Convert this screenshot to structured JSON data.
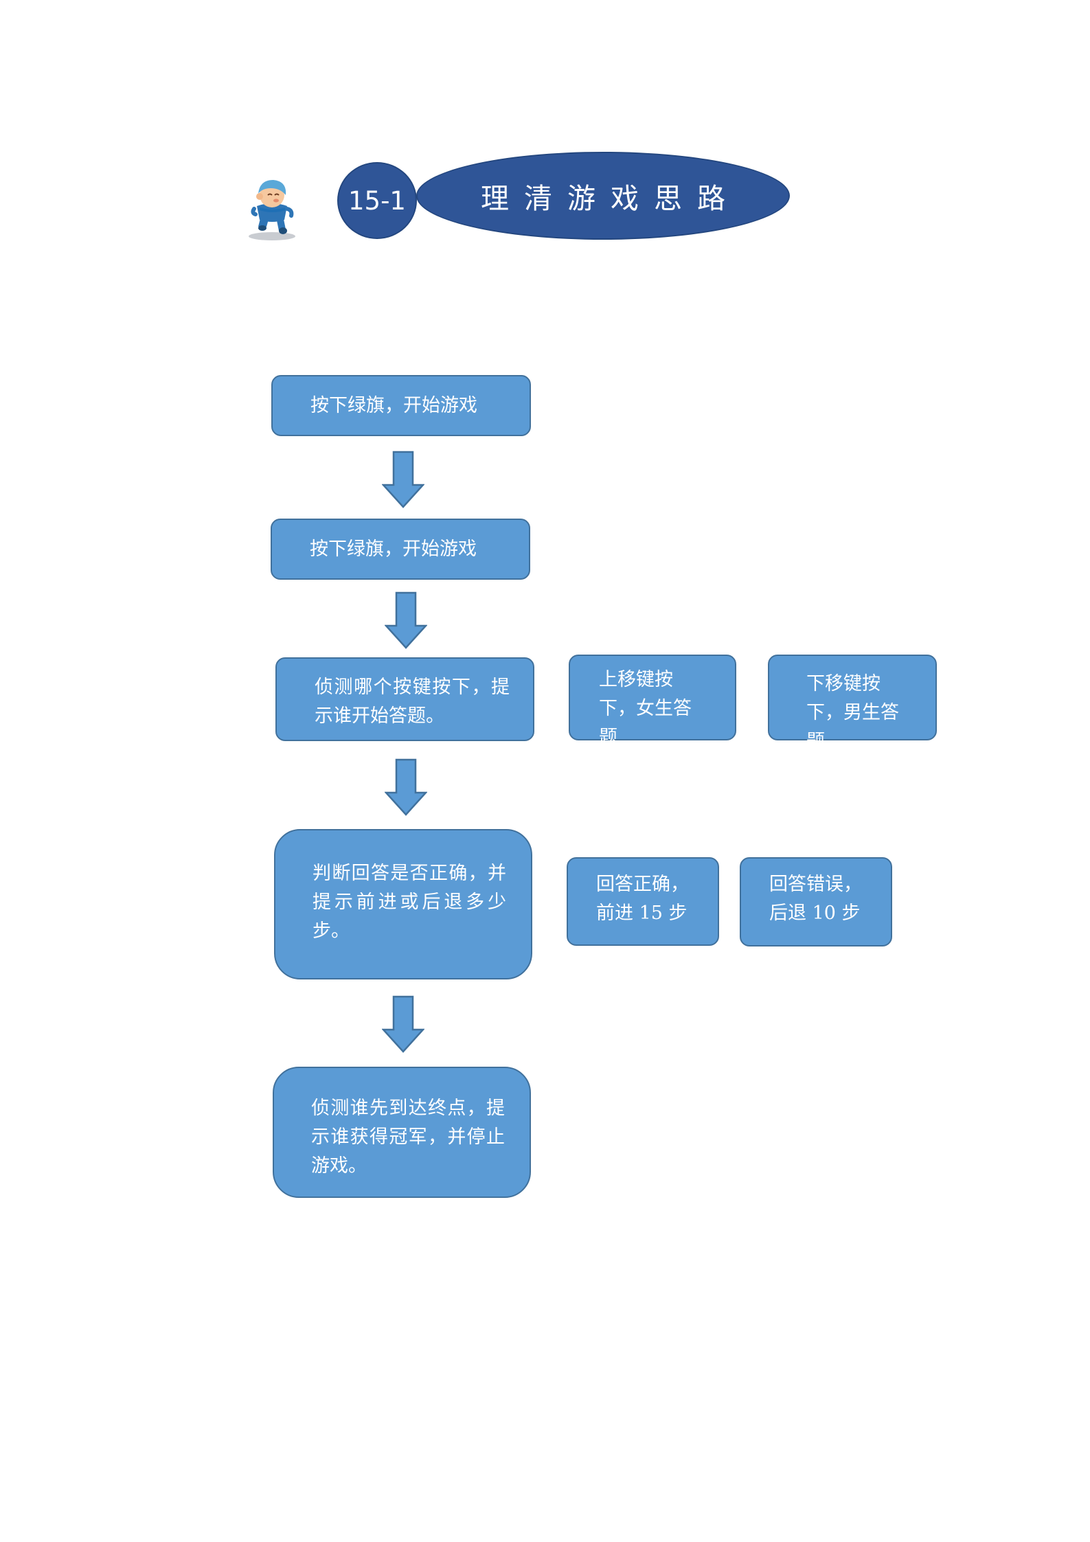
{
  "header": {
    "lesson_number": "15-1",
    "title": "理清游戏思路",
    "mascot_icon": "cartoon-boy-mascot-icon"
  },
  "flow": {
    "step1": "按下绿旗，开始游戏",
    "step2": "按下绿旗，开始游戏",
    "step3": "侦测哪个按键按下，提示谁开始答题。",
    "step3_option_up": "上移键按下，女生答题",
    "step3_option_down": "下移键按下，男生答题",
    "step4": "判断回答是否正确，并提示前进或后退多少步。",
    "step4_correct_line1": "回答正确，",
    "step4_correct_line2": "前进 15 步",
    "step4_wrong_line1": "回答错误，",
    "step4_wrong_line2": "后退 10 步",
    "step5": "侦测谁先到达终点，提示谁获得冠军，并停止游戏。"
  },
  "colors": {
    "header_fill": "#2f5597",
    "box_fill": "#5b9bd5",
    "box_border": "#41719c",
    "text": "#ffffff"
  }
}
